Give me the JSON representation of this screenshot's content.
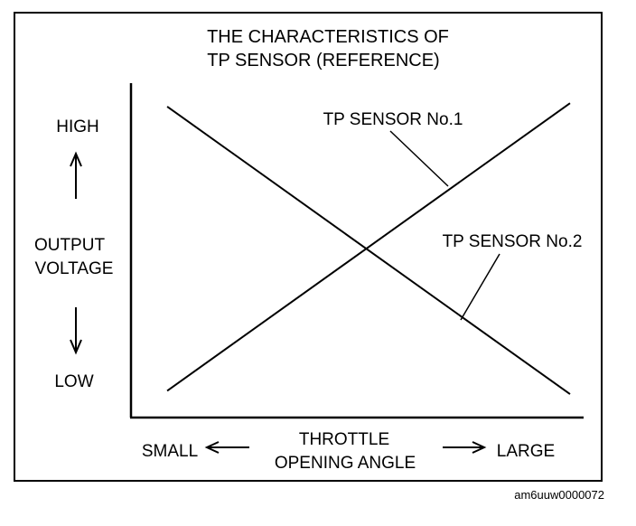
{
  "chart_data": {
    "type": "line",
    "title": [
      "THE CHARACTERISTICS OF",
      "TP SENSOR (REFERENCE)"
    ],
    "xlabel": [
      "THROTTLE",
      "OPENING ANGLE"
    ],
    "ylabel": [
      "OUTPUT",
      "VOLTAGE"
    ],
    "x_ends": {
      "low": "SMALL",
      "high": "LARGE"
    },
    "y_ends": {
      "low": "LOW",
      "high": "HIGH"
    },
    "xlim": [
      0,
      1
    ],
    "ylim": [
      0,
      1
    ],
    "grid": false,
    "series": [
      {
        "name": "TP SENSOR No.1",
        "x": [
          0.08,
          0.97
        ],
        "y": [
          0.08,
          0.94
        ]
      },
      {
        "name": "TP SENSOR No.2",
        "x": [
          0.08,
          0.97
        ],
        "y": [
          0.93,
          0.07
        ]
      }
    ],
    "colors": {
      "line": "#000000",
      "frame": "#000000",
      "background": "#ffffff"
    }
  },
  "figure_code": "am6uuw0000072"
}
